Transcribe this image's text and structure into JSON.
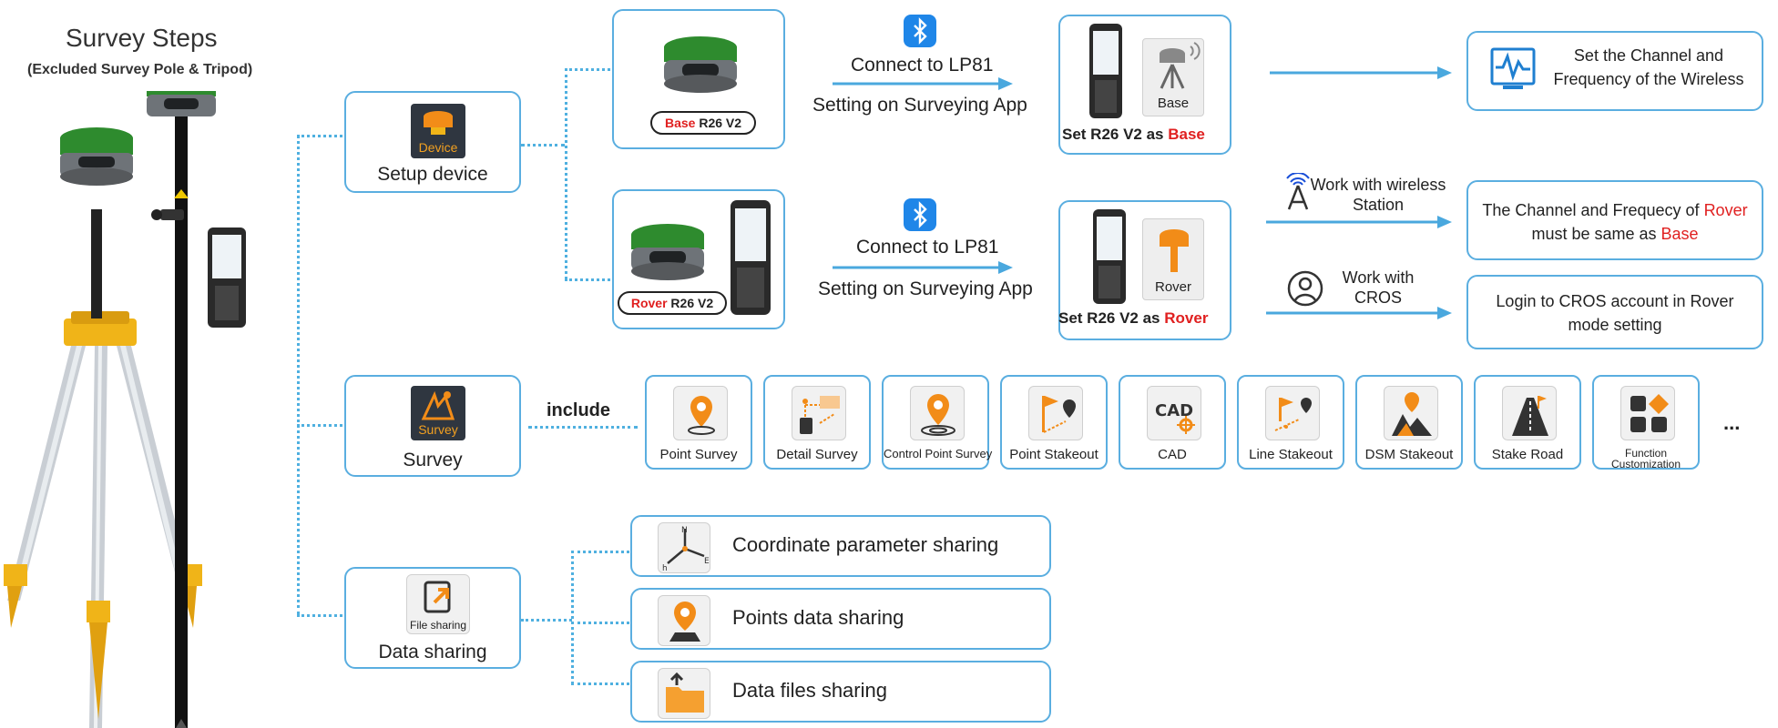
{
  "title": "Survey Steps",
  "subtitle": "(Excluded Survey Pole & Tripod)",
  "steps": {
    "setup": {
      "icon_text": "Device",
      "label": "Setup device"
    },
    "survey": {
      "icon_text": "Survey",
      "label": "Survey"
    },
    "sharing": {
      "icon_text": "File sharing",
      "label": "Data sharing"
    }
  },
  "base_row": {
    "device_tag_red": "Base",
    "device_tag_rest": " R26 V2",
    "connect": "Connect to LP81",
    "setting": "Setting on Surveying App",
    "mode_label": "Base",
    "set_prefix": "Set R26 V2 as ",
    "set_mode": "Base",
    "result": "Set the Channel and Frequency of the Wireless"
  },
  "rover_row": {
    "device_tag_red": "Rover",
    "device_tag_rest": " R26 V2",
    "connect": "Connect to LP81",
    "setting": "Setting on Surveying App",
    "mode_label": "Rover",
    "set_prefix": "Set R26 V2 as ",
    "set_mode": "Rover",
    "wireless_option": "Work with wireless Station",
    "wireless_result_prefix": "The Channel and Frequecy of ",
    "wireless_result_red1": "Rover",
    "wireless_result_mid": "must be same as ",
    "wireless_result_red2": "Base",
    "cros_option": "Work with CROS",
    "cros_result": "Login to CROS account in Rover mode setting"
  },
  "include_label": "include",
  "survey_functions": [
    {
      "label": "Point Survey",
      "icon": "location-pin-icon"
    },
    {
      "label": "Detail Survey",
      "icon": "detail-survey-icon"
    },
    {
      "label": "Control Point Survey",
      "icon": "control-point-icon"
    },
    {
      "label": "Point Stakeout",
      "icon": "flag-pin-icon"
    },
    {
      "label": "CAD",
      "icon": "cad-icon"
    },
    {
      "label": "Line Stakeout",
      "icon": "line-stakeout-icon"
    },
    {
      "label": "DSM Stakeout",
      "icon": "dsm-icon"
    },
    {
      "label": "Stake Road",
      "icon": "road-icon"
    },
    {
      "label": "Function Customization",
      "icon": "grid-icon"
    }
  ],
  "more": "...",
  "sharing_options": [
    {
      "label": "Coordinate parameter sharing",
      "icon": "axes-icon"
    },
    {
      "label": "Points data sharing",
      "icon": "location-pin-icon"
    },
    {
      "label": "Data files sharing",
      "icon": "folder-upload-icon"
    }
  ],
  "colors": {
    "accent": "#5aaee0",
    "highlight": "#e02020",
    "orange": "#f28c18",
    "gnss_green": "#2e8b2e"
  }
}
